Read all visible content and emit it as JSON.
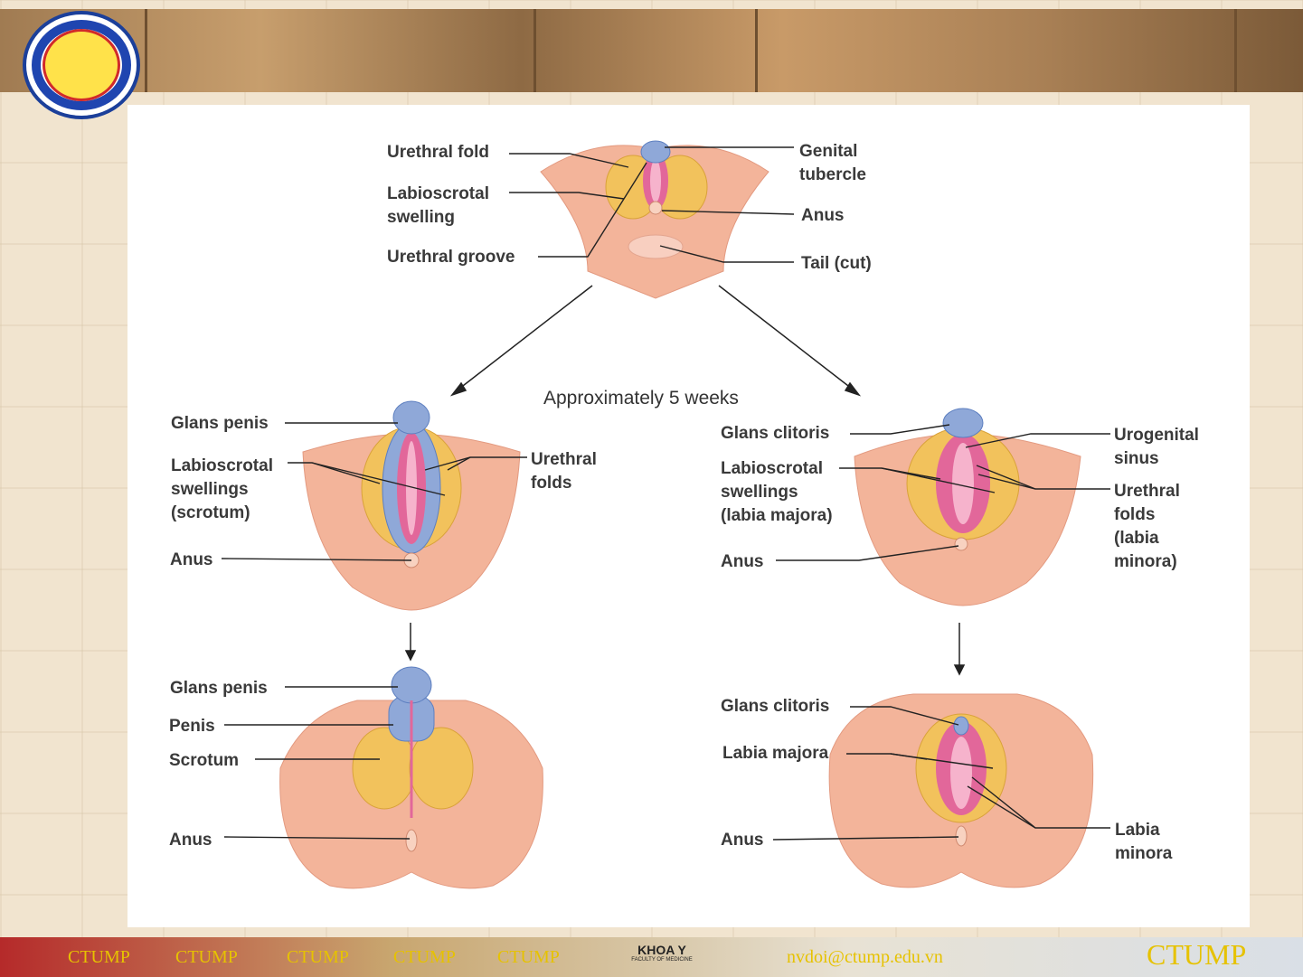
{
  "labels": {
    "top_urethral_fold": "Urethral fold",
    "top_labioscrotal": "Labioscrotal\nswelling",
    "top_urethral_groove": "Urethral groove",
    "top_genital_tubercle": "Genital\ntubercle",
    "top_anus": "Anus",
    "top_tail": "Tail (cut)",
    "center_caption": "Approximately 5 weeks",
    "m1_glans_penis": "Glans penis",
    "m1_labioscrotal": "Labioscrotal\nswellings\n(scrotum)",
    "m1_urethral_folds": "Urethral\nfolds",
    "m1_anus": "Anus",
    "f1_glans_clitoris": "Glans clitoris",
    "f1_labioscrotal": "Labioscrotal\nswellings\n(labia majora)",
    "f1_anus": "Anus",
    "f1_urogenital": "Urogenital\nsinus",
    "f1_urethral_folds": "Urethral\nfolds\n(labia\nminora)",
    "m2_glans_penis": "Glans penis",
    "m2_penis": "Penis",
    "m2_scrotum": "Scrotum",
    "m2_anus": "Anus",
    "f2_glans_clitoris": "Glans clitoris",
    "f2_labia_majora": "Labia majora",
    "f2_anus": "Anus",
    "f2_labia_minora": "Labia\nminora"
  },
  "footer": {
    "items": [
      "CTUMP",
      "CTUMP",
      "CTUMP",
      "CTUMP",
      "CTUMP"
    ],
    "khoa_title": "KHOA Y",
    "khoa_sub": "FACULTY OF MEDICINE",
    "email": "nvdoi@ctump.edu.vn",
    "brand": "CTUMP"
  },
  "colors": {
    "skin": "#f3b49a",
    "swelling": "#f2c25c",
    "glans": "#8fa8d8",
    "fold": "#e2679a"
  }
}
